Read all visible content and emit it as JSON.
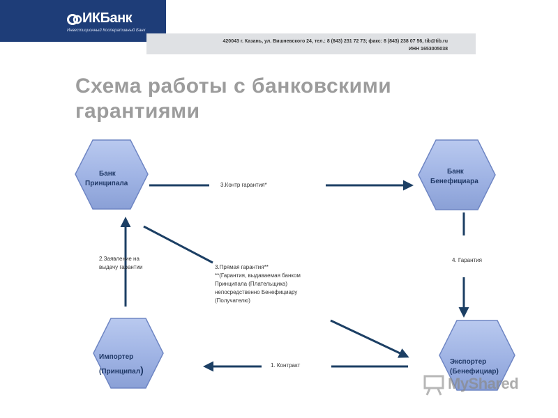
{
  "header": {
    "logo_text": "ИКБанк",
    "logo_subtitle": "Инвестиционный Кооперативный Банк",
    "address_line": "420043 г. Казань, ул. Вишневского 24, тел.: 8 (843) 231 72 73; факс: 8 (843) 238 07 56, tib@tib.ru",
    "inn_line": "ИНН 1653005038"
  },
  "title_line1": "Схема работы с банковскими",
  "title_line2": "гарантиями",
  "nodes": {
    "bank_principal_l1": "Банк",
    "bank_principal_l2": "Принципала",
    "bank_beneficiary_l1": "Банк",
    "bank_beneficiary_l2": "Бенефициара",
    "importer_l1": "Импортер",
    "importer_l2": "(Принципал",
    "importer_l2_paren": ")",
    "exporter_l1": "Экспортер",
    "exporter_l2": "(Бенефициар)"
  },
  "edges": {
    "counter_guarantee": "3.Контр гарантия*",
    "application_l1": "2.Заявление на",
    "application_l2": "выдачу гарантии",
    "guarantee": "4. Гарантия",
    "direct_l1": "3.Прямая гарантия**",
    "direct_l2": "**(Гарантия, выдаваемая банком",
    "direct_l3": "Принципала (Плательщика)",
    "direct_l4": "непосредственно Бенефициару",
    "direct_l5": "(Получателю)",
    "contract": "1. Контракт"
  },
  "watermark": "MyShared",
  "colors": {
    "brand_blue": "#1e3d78",
    "hexagon_fill": "#9fb3e4",
    "hexagon_edge": "#6f86c4",
    "arrow": "#1c3f64",
    "title_grey": "#9c9c9c",
    "contact_bar": "#dfe1e4"
  }
}
